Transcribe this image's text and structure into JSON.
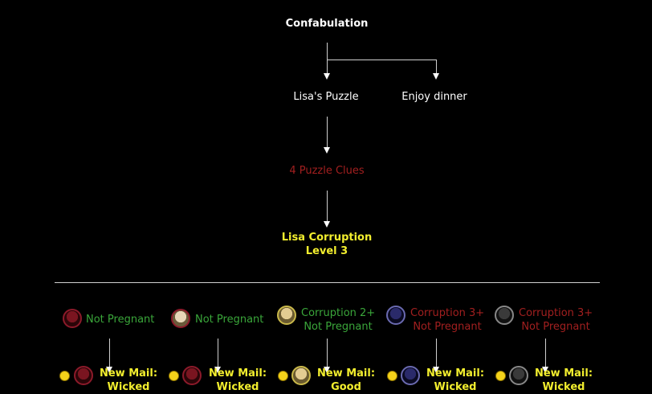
{
  "tree": {
    "root": "Confabulation",
    "left_choice": "Lisa's Puzzle",
    "right_choice": "Enjoy dinner",
    "requirement": "4 Puzzle Clues",
    "result_line1": "Lisa Corruption",
    "result_line2": "Level 3"
  },
  "routes": [
    {
      "avatar": "red-haired-girl-portrait",
      "cond1": "Not Pregnant",
      "cond2": "",
      "mail1": "New Mail:",
      "mail2": "Wicked"
    },
    {
      "avatar": "blonde-girl-portrait",
      "cond1": "Not Pregnant",
      "cond2": "",
      "mail1": "New Mail:",
      "mail2": "Wicked"
    },
    {
      "avatar": "blonde-girl-portrait",
      "cond1": "Corruption 2+",
      "cond2": "Not Pregnant",
      "mail1": "New Mail:",
      "mail2": "Good"
    },
    {
      "avatar": "dark-blue-haired-girl-portrait",
      "cond1": "Corruption 3+",
      "cond2": "Not Pregnant",
      "mail1": "New Mail:",
      "mail2": "Wicked"
    },
    {
      "avatar": "dark-haired-girl-portrait",
      "cond1": "Corruption 3+",
      "cond2": "Not Pregnant",
      "mail1": "New Mail:",
      "mail2": "Wicked"
    }
  ],
  "colors": {
    "white": "#ffffff",
    "red": "#a21f1f",
    "green": "#3aa63a",
    "yellow": "#f2ee2e",
    "coin": "#f4d21a"
  }
}
